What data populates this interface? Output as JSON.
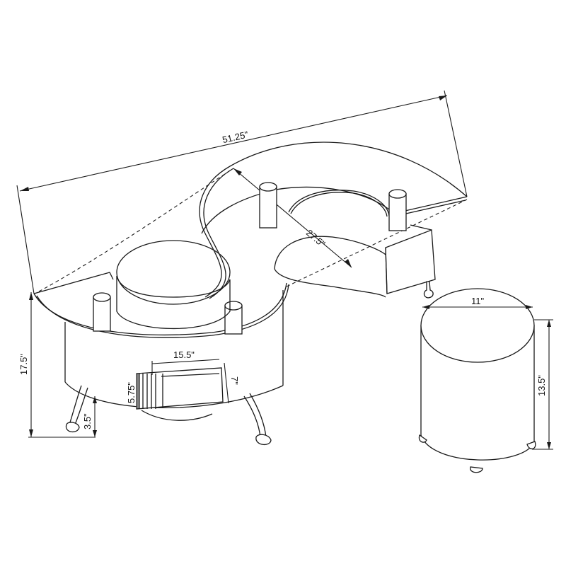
{
  "drawing": {
    "subject": "S-shaped desk with stool",
    "line_color": "#1a1a1a",
    "background": "#ffffff"
  },
  "dimensions": {
    "desk_length": "51.25\"",
    "desk_depth": "27.5\"",
    "desk_height": "17.5\"",
    "leg_clearance": "3.5\"",
    "drawer_width": "15.5\"",
    "drawer_front_height": "5.75\"",
    "drawer_depth": "7\"",
    "stool_diameter": "11\"",
    "stool_height": "13.5\""
  }
}
